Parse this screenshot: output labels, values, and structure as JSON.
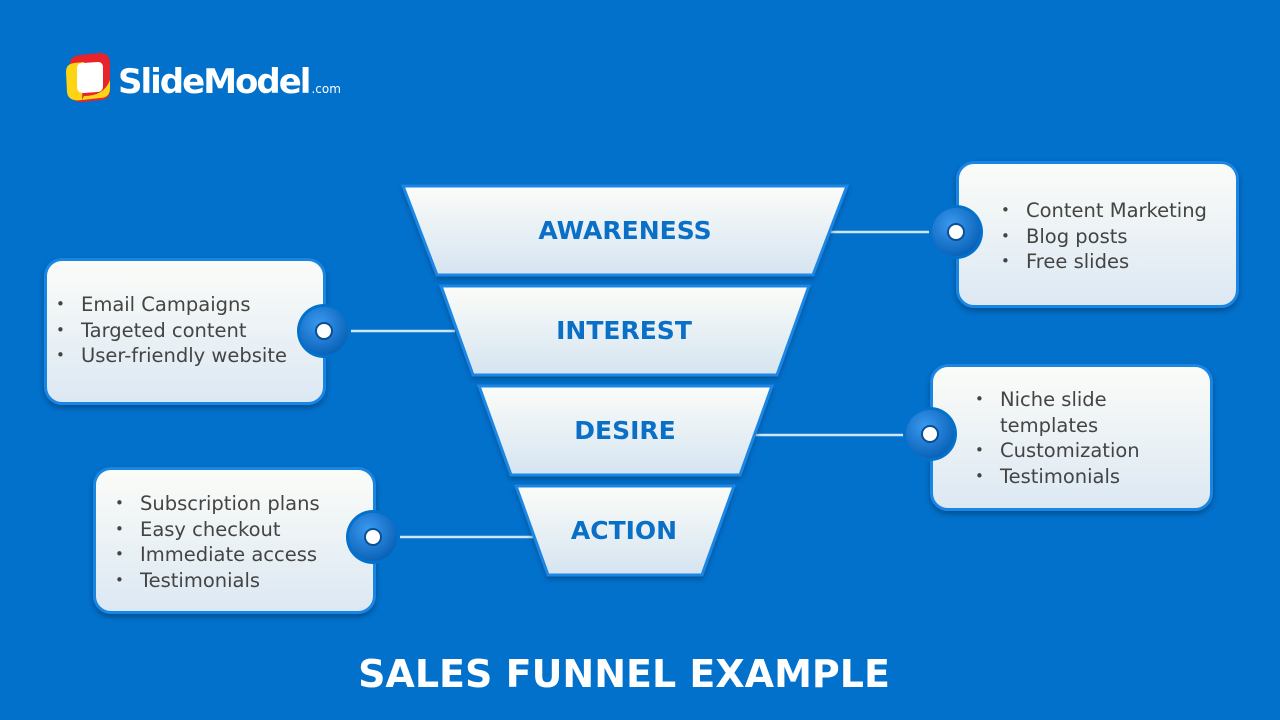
{
  "logo": {
    "name": "SlideModel",
    "suffix": ".com"
  },
  "stages": [
    {
      "label": "AWARENESS",
      "items": [
        "Content Marketing",
        "Blog posts",
        "Free slides"
      ]
    },
    {
      "label": "INTEREST",
      "items": [
        "Email Campaigns",
        "Targeted content",
        "User-friendly website"
      ]
    },
    {
      "label": "DESIRE",
      "items": [
        "Niche slide templates",
        "Customization",
        "Testimonials"
      ]
    },
    {
      "label": "ACTION",
      "items": [
        "Subscription plans",
        "Easy checkout",
        "Immediate access",
        "Testimonials"
      ]
    }
  ],
  "title": "SALES FUNNEL EXAMPLE",
  "colors": {
    "background": "#0271cc",
    "stage_text": "#0a6fc6",
    "box_border": "#1a86e4",
    "connector": "#cfe6f7",
    "bullet_text": "#444444"
  }
}
